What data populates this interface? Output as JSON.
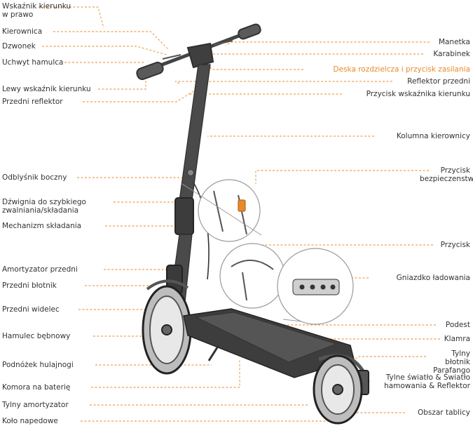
{
  "colors": {
    "accent": "#e8892a",
    "leader": "#e8892a",
    "text": "#333333",
    "scooter": "#3a3a3a"
  },
  "labels": {
    "left": [
      "Wskaźnik kierunku w prawo",
      "Kierownica",
      "Dzwonek",
      "Uchwyt hamulca",
      "Lewy wskaźnik kierunku",
      "Przedni reflektor",
      "Odblyśnik boczny",
      "Dźwignia do szybkiego zwalniania/składania",
      "Mechanizm składania",
      "Amortyzator przedni",
      "Przedni błotnik",
      "Przedni widelec",
      "Hamulec bębnowy",
      "Podnóżek hulajnogi",
      "Komora na baterię",
      "Tylny amortyzator",
      "Koło napedowe"
    ],
    "right": [
      "Manetka",
      "Karabinek",
      "Deska rozdzielcza i przycisk zasilania",
      "Reflektor przedni",
      "Przycisk wskaźnika kierunku",
      "Kolumna kierownicy",
      "Przycisk bezpieczenstwa",
      "Przycisk",
      "Gniazdko ładowania",
      "Podest",
      "Klamra",
      "Tylny błotnik Parafango",
      "Tylne światło & Światło hamowania & Reflektor",
      "Obszar tablicy"
    ]
  }
}
